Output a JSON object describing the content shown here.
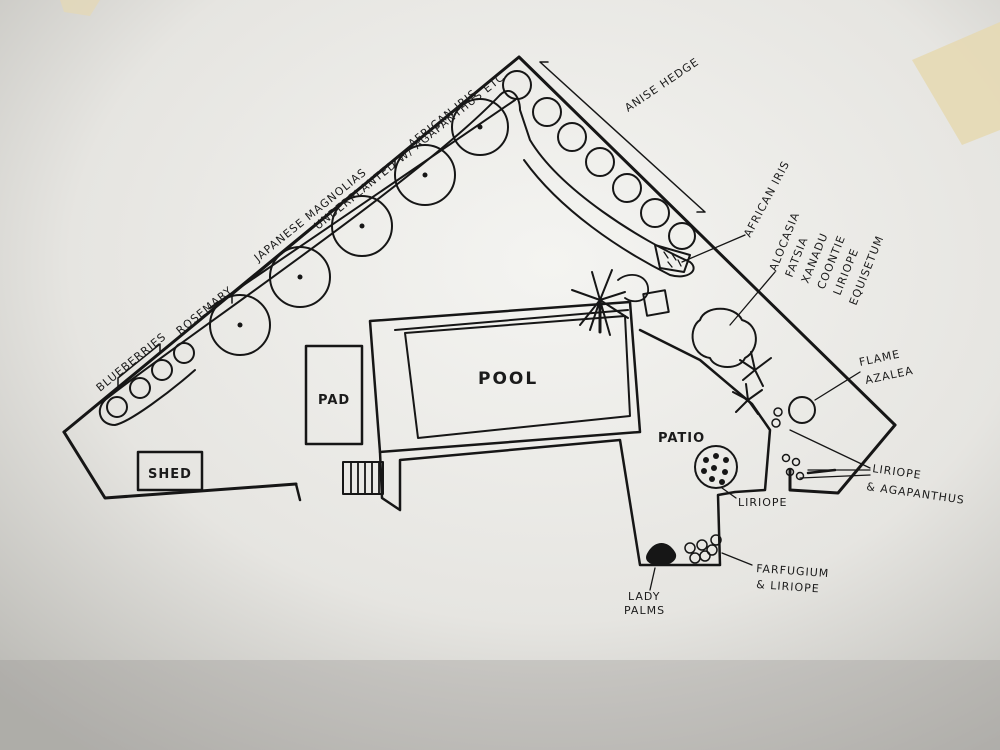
{
  "labels": {
    "shed": "SHED",
    "pad": "PAD",
    "pool": "POOL",
    "patio": "PATIO",
    "blueberries": "BLUEBERRIES",
    "rosemary": "ROSEMARY",
    "japanese_magnolias": "JAPANESE MAGNOLIAS",
    "underplanted": "UNDERPLANTED W/ AGAPANTHUS ETC.",
    "african_iris_top": "AFRICAN IRIS",
    "anise_hedge": "ANISE HEDGE",
    "african_iris_right": "AFRICAN IRIS",
    "alocasia": "ALOCASIA",
    "fatsia": "FATSIA",
    "xanadu": "XANADU",
    "coontie": "COONTIE",
    "liriope_list": "LIRIOPE",
    "equisetum": "EQUISETUM",
    "flame_azalea_1": "FLAME",
    "flame_azalea_2": "AZALEA",
    "liriope_agapanthus_1": "LIRIOPE",
    "liriope_agapanthus_2": "& AGAPANTHUS",
    "liriope_patio": "LIRIOPE",
    "farfugium_1": "FARFUGIUM",
    "farfugium_2": "& LIRIOPE",
    "lady_palms_1": "LADY",
    "lady_palms_2": "PALMS"
  }
}
